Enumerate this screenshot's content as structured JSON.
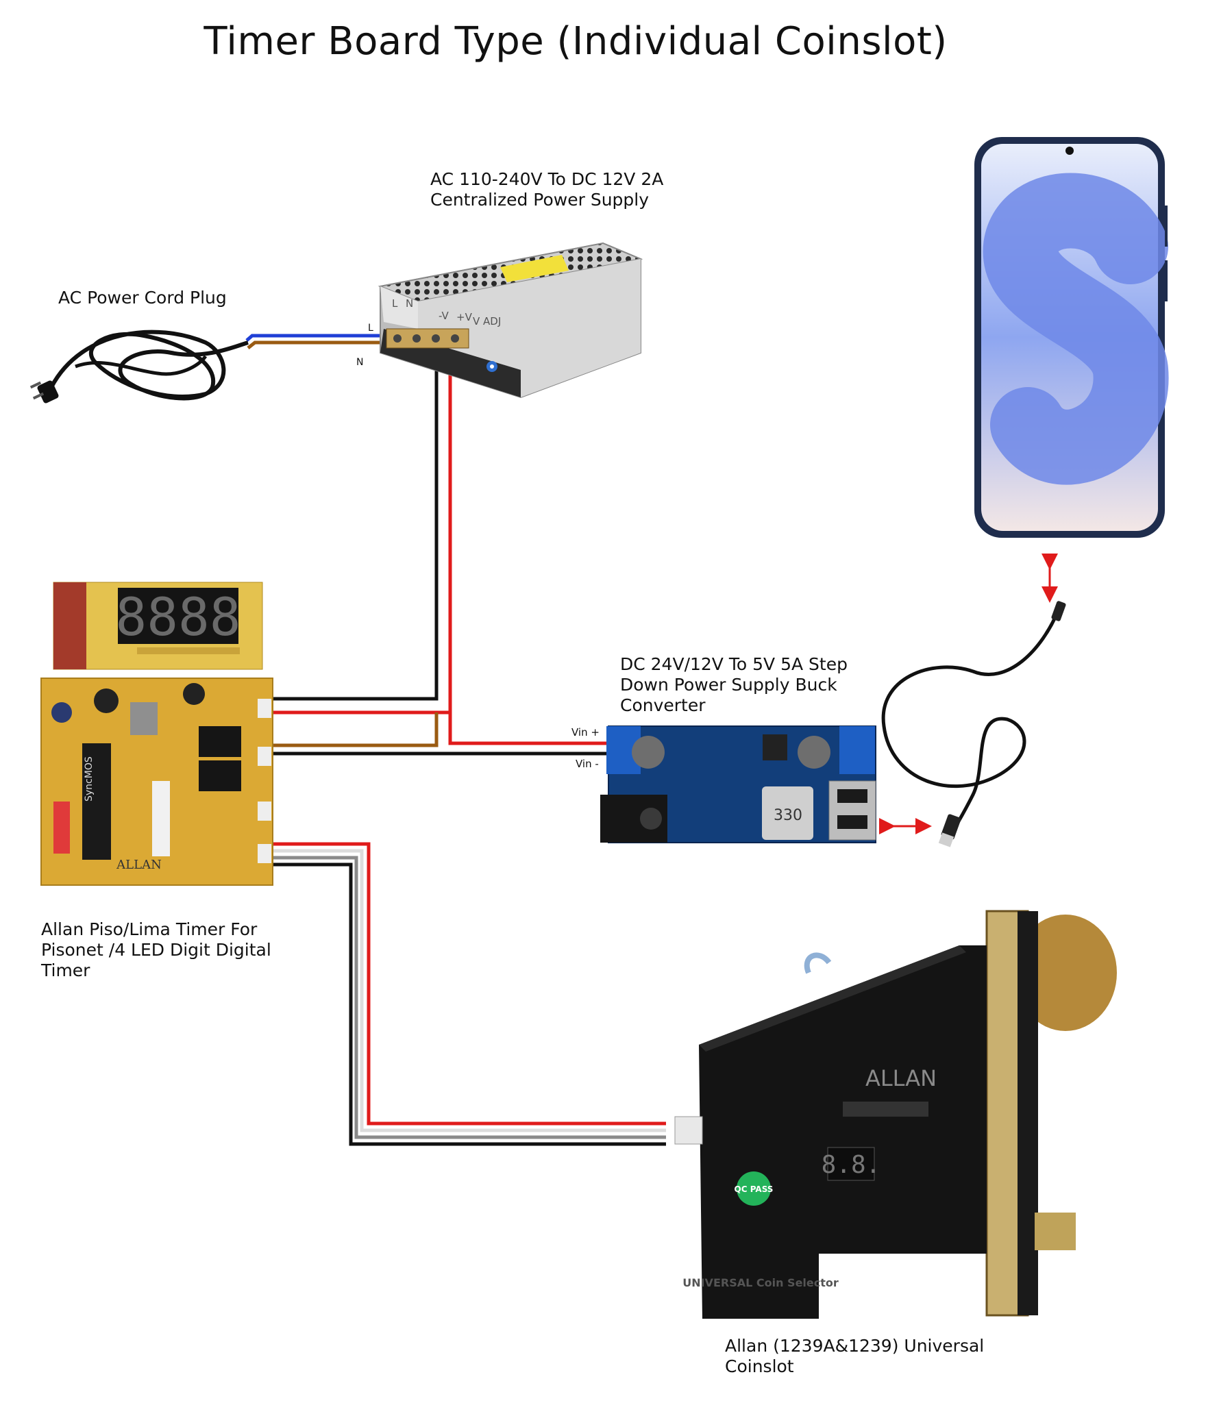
{
  "title": "Timer Board Type (Individual Coinslot)",
  "components": {
    "power_cord": {
      "label": "AC Power Cord Plug"
    },
    "psu": {
      "label": "AC 110-240V To DC 12V 2A\nCentralized Power Supply",
      "terminals": [
        "L",
        "N",
        "-V",
        "+V",
        "V ADJ"
      ],
      "pin_l": "L",
      "pin_n": "N"
    },
    "timer": {
      "label": "Allan Piso/Lima Timer For\nPisonet /4 LED Digit Digital\nTimer",
      "brand": "ALLAN",
      "display": "8888",
      "chip": "SyncMOS"
    },
    "buck": {
      "label": "DC 24V/12V To 5V 5A Step\nDown Power Supply Buck\nConverter",
      "vin_plus": "Vin +",
      "vin_minus": "Vin -",
      "inductor": "330"
    },
    "coinslot": {
      "label": "Allan (1239A&1239) Universal\nCoinslot",
      "brand": "ALLAN",
      "display": "8.8.",
      "badge": "QC PASS",
      "footer": "UNIVERSAL\nCoin Selector"
    }
  },
  "colors": {
    "wire_red": "#e01b1b",
    "wire_black": "#111111",
    "wire_brown": "#9a5b12",
    "wire_blue": "#1f3fd6",
    "wire_white": "#e6e6e6",
    "arrow": "#e01b1b",
    "phone_screen": "#8ea6f0"
  }
}
